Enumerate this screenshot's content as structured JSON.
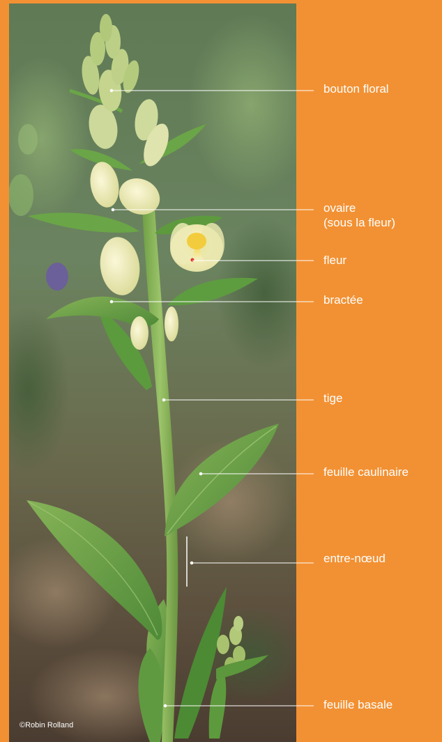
{
  "colors": {
    "background": "#f29133",
    "label_text": "#ffffff",
    "leader_line": "#ffffff",
    "plant_green": "#7fae4f",
    "bud_cream": "#eae6b2",
    "flower_yellow": "#f2e14c",
    "ground_brown": "#5b4a3a"
  },
  "labels": {
    "bouton_floral": "bouton floral",
    "ovaire_line1": "ovaire",
    "ovaire_line2": "(sous la fleur)",
    "fleur": "fleur",
    "bractee": "bractée",
    "tige": "tige",
    "feuille_caulinaire": "feuille caulinaire",
    "entre_noeud": "entre-nœud",
    "feuille_basale": "feuille basale"
  },
  "photo": {
    "credit": "©Robin Rolland"
  }
}
